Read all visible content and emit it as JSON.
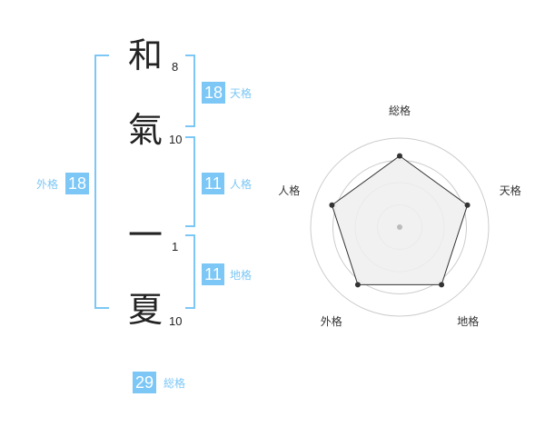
{
  "name": {
    "chars": [
      {
        "char": "和",
        "strokes": "8"
      },
      {
        "char": "氣",
        "strokes": "10"
      },
      {
        "char": "一",
        "strokes": "1"
      },
      {
        "char": "夏",
        "strokes": "10"
      }
    ]
  },
  "fortune": {
    "tenkaku": {
      "value": "18",
      "label": "天格"
    },
    "jinkaku": {
      "value": "11",
      "label": "人格"
    },
    "chikaku": {
      "value": "11",
      "label": "地格"
    },
    "gaikaku": {
      "value": "18",
      "label": "外格"
    },
    "soukaku": {
      "value": "29",
      "label": "総格"
    }
  },
  "chart_data": {
    "type": "radar",
    "axes": [
      "総格",
      "天格",
      "地格",
      "外格",
      "人格"
    ],
    "values": [
      0.8,
      0.8,
      0.8,
      0.8,
      0.8
    ],
    "range": [
      0,
      1
    ],
    "rings": 4,
    "colors": {
      "fill": "#eeeeee",
      "line": "#333333",
      "ring": "#cccccc",
      "dot": "#333333",
      "center": "#bbbbbb"
    }
  }
}
